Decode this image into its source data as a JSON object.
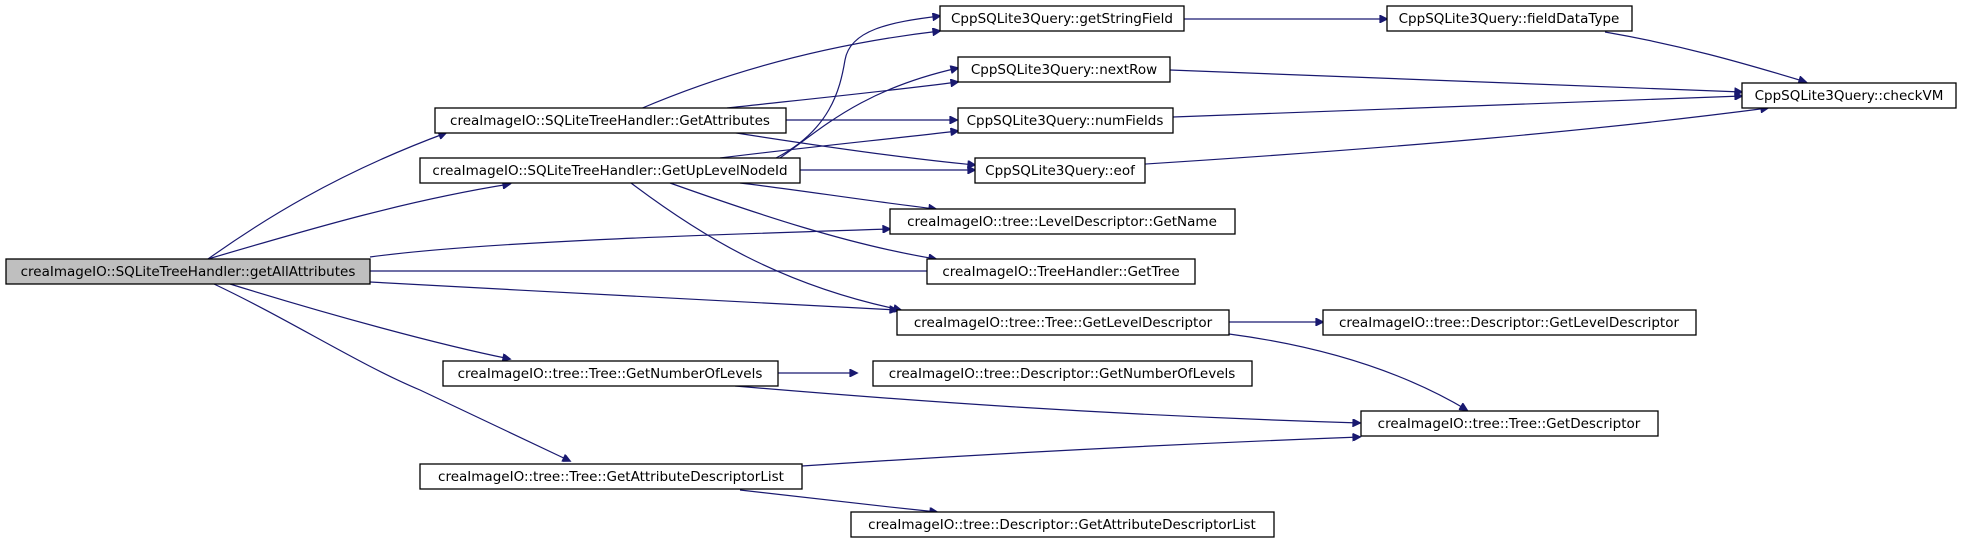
{
  "colors": {
    "edge": "#191970",
    "node_fill": "#ffffff",
    "root_fill": "#bfbfbf",
    "border": "#000000"
  },
  "nodes": {
    "root": "creaImageIO::SQLiteTreeHandler::getAllAttributes",
    "getAttributes": "creaImageIO::SQLiteTreeHandler::GetAttributes",
    "getUpLevelNodeId": "creaImageIO::SQLiteTreeHandler::GetUpLevelNodeId",
    "getNumberOfLevels": "creaImageIO::tree::Tree::GetNumberOfLevels",
    "getAttributeDescriptorList": "creaImageIO::tree::Tree::GetAttributeDescriptorList",
    "getStringField": "CppSQLite3Query::getStringField",
    "nextRow": "CppSQLite3Query::nextRow",
    "numFields": "CppSQLite3Query::numFields",
    "eof": "CppSQLite3Query::eof",
    "levelDescGetName": "creaImageIO::tree::LevelDescriptor::GetName",
    "getTree": "creaImageIO::TreeHandler::GetTree",
    "treeGetLevelDescriptor": "creaImageIO::tree::Tree::GetLevelDescriptor",
    "descGetNumberOfLevels": "creaImageIO::tree::Descriptor::GetNumberOfLevels",
    "descGetAttributeDescriptorList": "creaImageIO::tree::Descriptor::GetAttributeDescriptorList",
    "fieldDataType": "CppSQLite3Query::fieldDataType",
    "descGetLevelDescriptor": "creaImageIO::tree::Descriptor::GetLevelDescriptor",
    "treeGetDescriptor": "creaImageIO::tree::Tree::GetDescriptor",
    "checkVM": "CppSQLite3Query::checkVM"
  }
}
